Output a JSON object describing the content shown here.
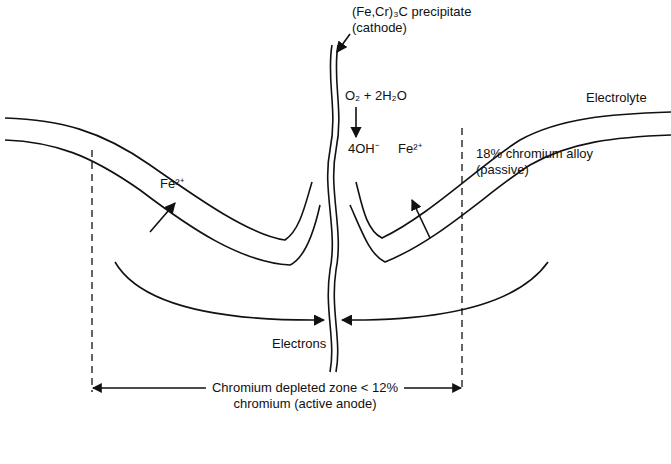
{
  "diagram": {
    "labels": [
      "(Fe,Cr)₃C precipitate (cathode)",
      "Electrolyte",
      "O₂ + 2H₂O",
      "4OH⁻",
      "Fe²⁺",
      "Fe²⁺",
      "18% chromium alloy (passive)",
      "Electrons",
      "Chromium depleted zone < 12% chromium (active anode)"
    ]
  }
}
